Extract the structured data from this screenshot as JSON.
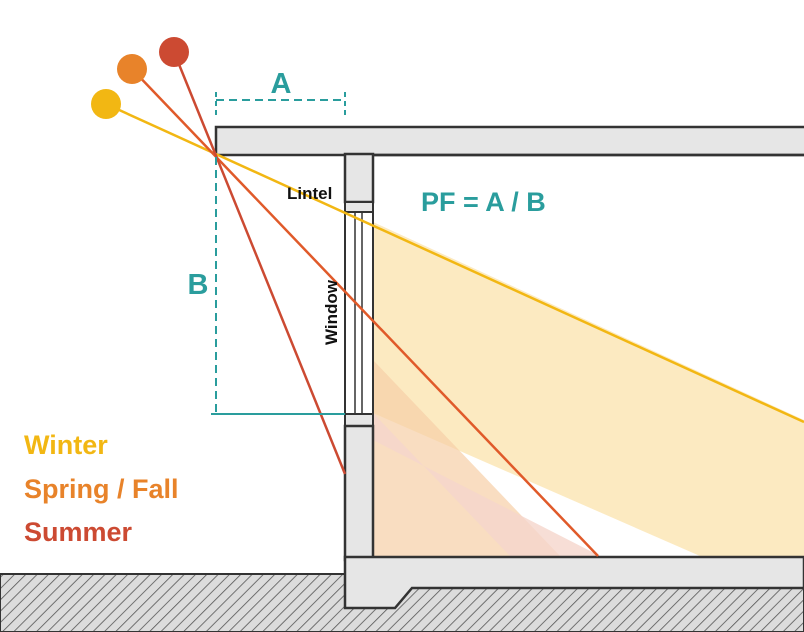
{
  "labels": {
    "dimension_a": "A",
    "dimension_b": "B",
    "formula": "PF = A / B",
    "lintel": "Lintel",
    "window": "Window"
  },
  "legend": [
    {
      "label": "Winter",
      "color": "#f2b713"
    },
    {
      "label": "Spring / Fall",
      "color": "#e8832a"
    },
    {
      "label": "Summer",
      "color": "#cc4a32"
    }
  ],
  "colors": {
    "dimension": "#2a9d9d",
    "wall_fill": "#e6e6e6",
    "wall_stroke": "#333333",
    "winter_light": "#fbe6b6",
    "spring_light": "#f7cfa6",
    "summer_light": "#f5d6cc"
  },
  "icons": [
    "winter-sun-icon",
    "spring-fall-sun-icon",
    "summer-sun-icon"
  ]
}
